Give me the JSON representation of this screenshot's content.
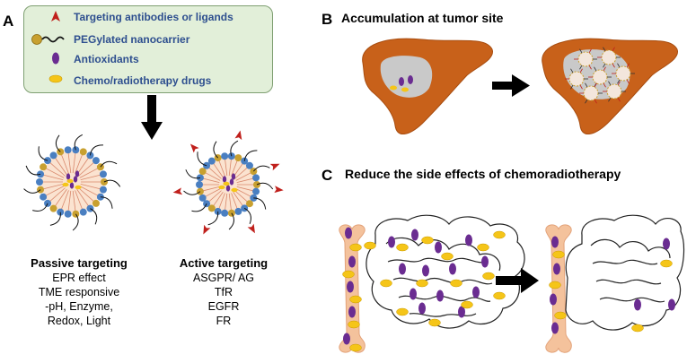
{
  "panels": {
    "a_letter": "A",
    "b_letter": "B",
    "c_letter": "C",
    "b_title": "Accumulation at tumor site",
    "c_title": "Reduce the side effects of chemoradiotherapy"
  },
  "legend": {
    "items": [
      {
        "label": "Targeting antibodies or ligands",
        "icon": "red-arrowhead-icon"
      },
      {
        "label": "PEGylated nanocarrier",
        "icon": "pegylated-chain-icon"
      },
      {
        "label": "Antioxidants",
        "icon": "purple-ellipse-icon"
      },
      {
        "label": "Chemo/radiotherapy drugs",
        "icon": "yellow-ellipse-icon"
      }
    ]
  },
  "passive": {
    "heading": "Passive targeting",
    "lines": [
      "EPR effect",
      "TME responsive",
      "-pH, Enzyme,",
      "Redox, Light"
    ]
  },
  "active": {
    "heading": "Active targeting",
    "lines": [
      "ASGPR/ AG",
      "TfR",
      "EGFR",
      "FR"
    ]
  },
  "colors": {
    "liver": "#c8611a",
    "legend_bg": "#e2efd9",
    "legend_text": "#2e4f8f",
    "bone": "#f4c29c",
    "antioxidant": "#6a2c91",
    "drug": "#f5c518",
    "lipid_head_blue": "#4a7fc1",
    "lipid_head_gold": "#c8a030",
    "ligand": "#c0201c"
  }
}
